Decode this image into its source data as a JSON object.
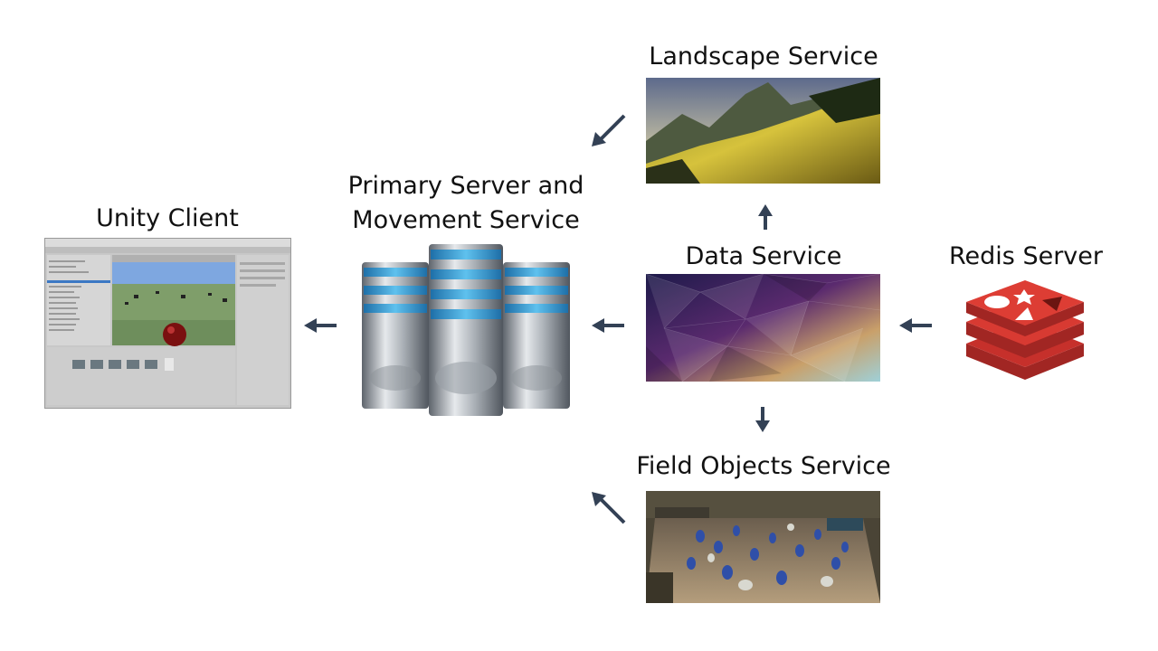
{
  "nodes": {
    "unity_client": "Unity Client",
    "primary_server_line1": "Primary Server and",
    "primary_server_line2": "Movement Service",
    "landscape_service": "Landscape Service",
    "data_service": "Data Service",
    "redis_server": "Redis Server",
    "field_objects_service": "Field Objects Service"
  },
  "colors": {
    "arrow": "#334155",
    "redis_red": "#c6302b"
  },
  "icons": {
    "unity_client": "unity-editor-screenshot",
    "primary_server": "server-towers-icon",
    "landscape_service": "mountain-landscape-photo",
    "data_service": "polygon-abstract-image",
    "redis_server": "redis-logo-icon",
    "field_objects_service": "paintball-field-photo"
  }
}
